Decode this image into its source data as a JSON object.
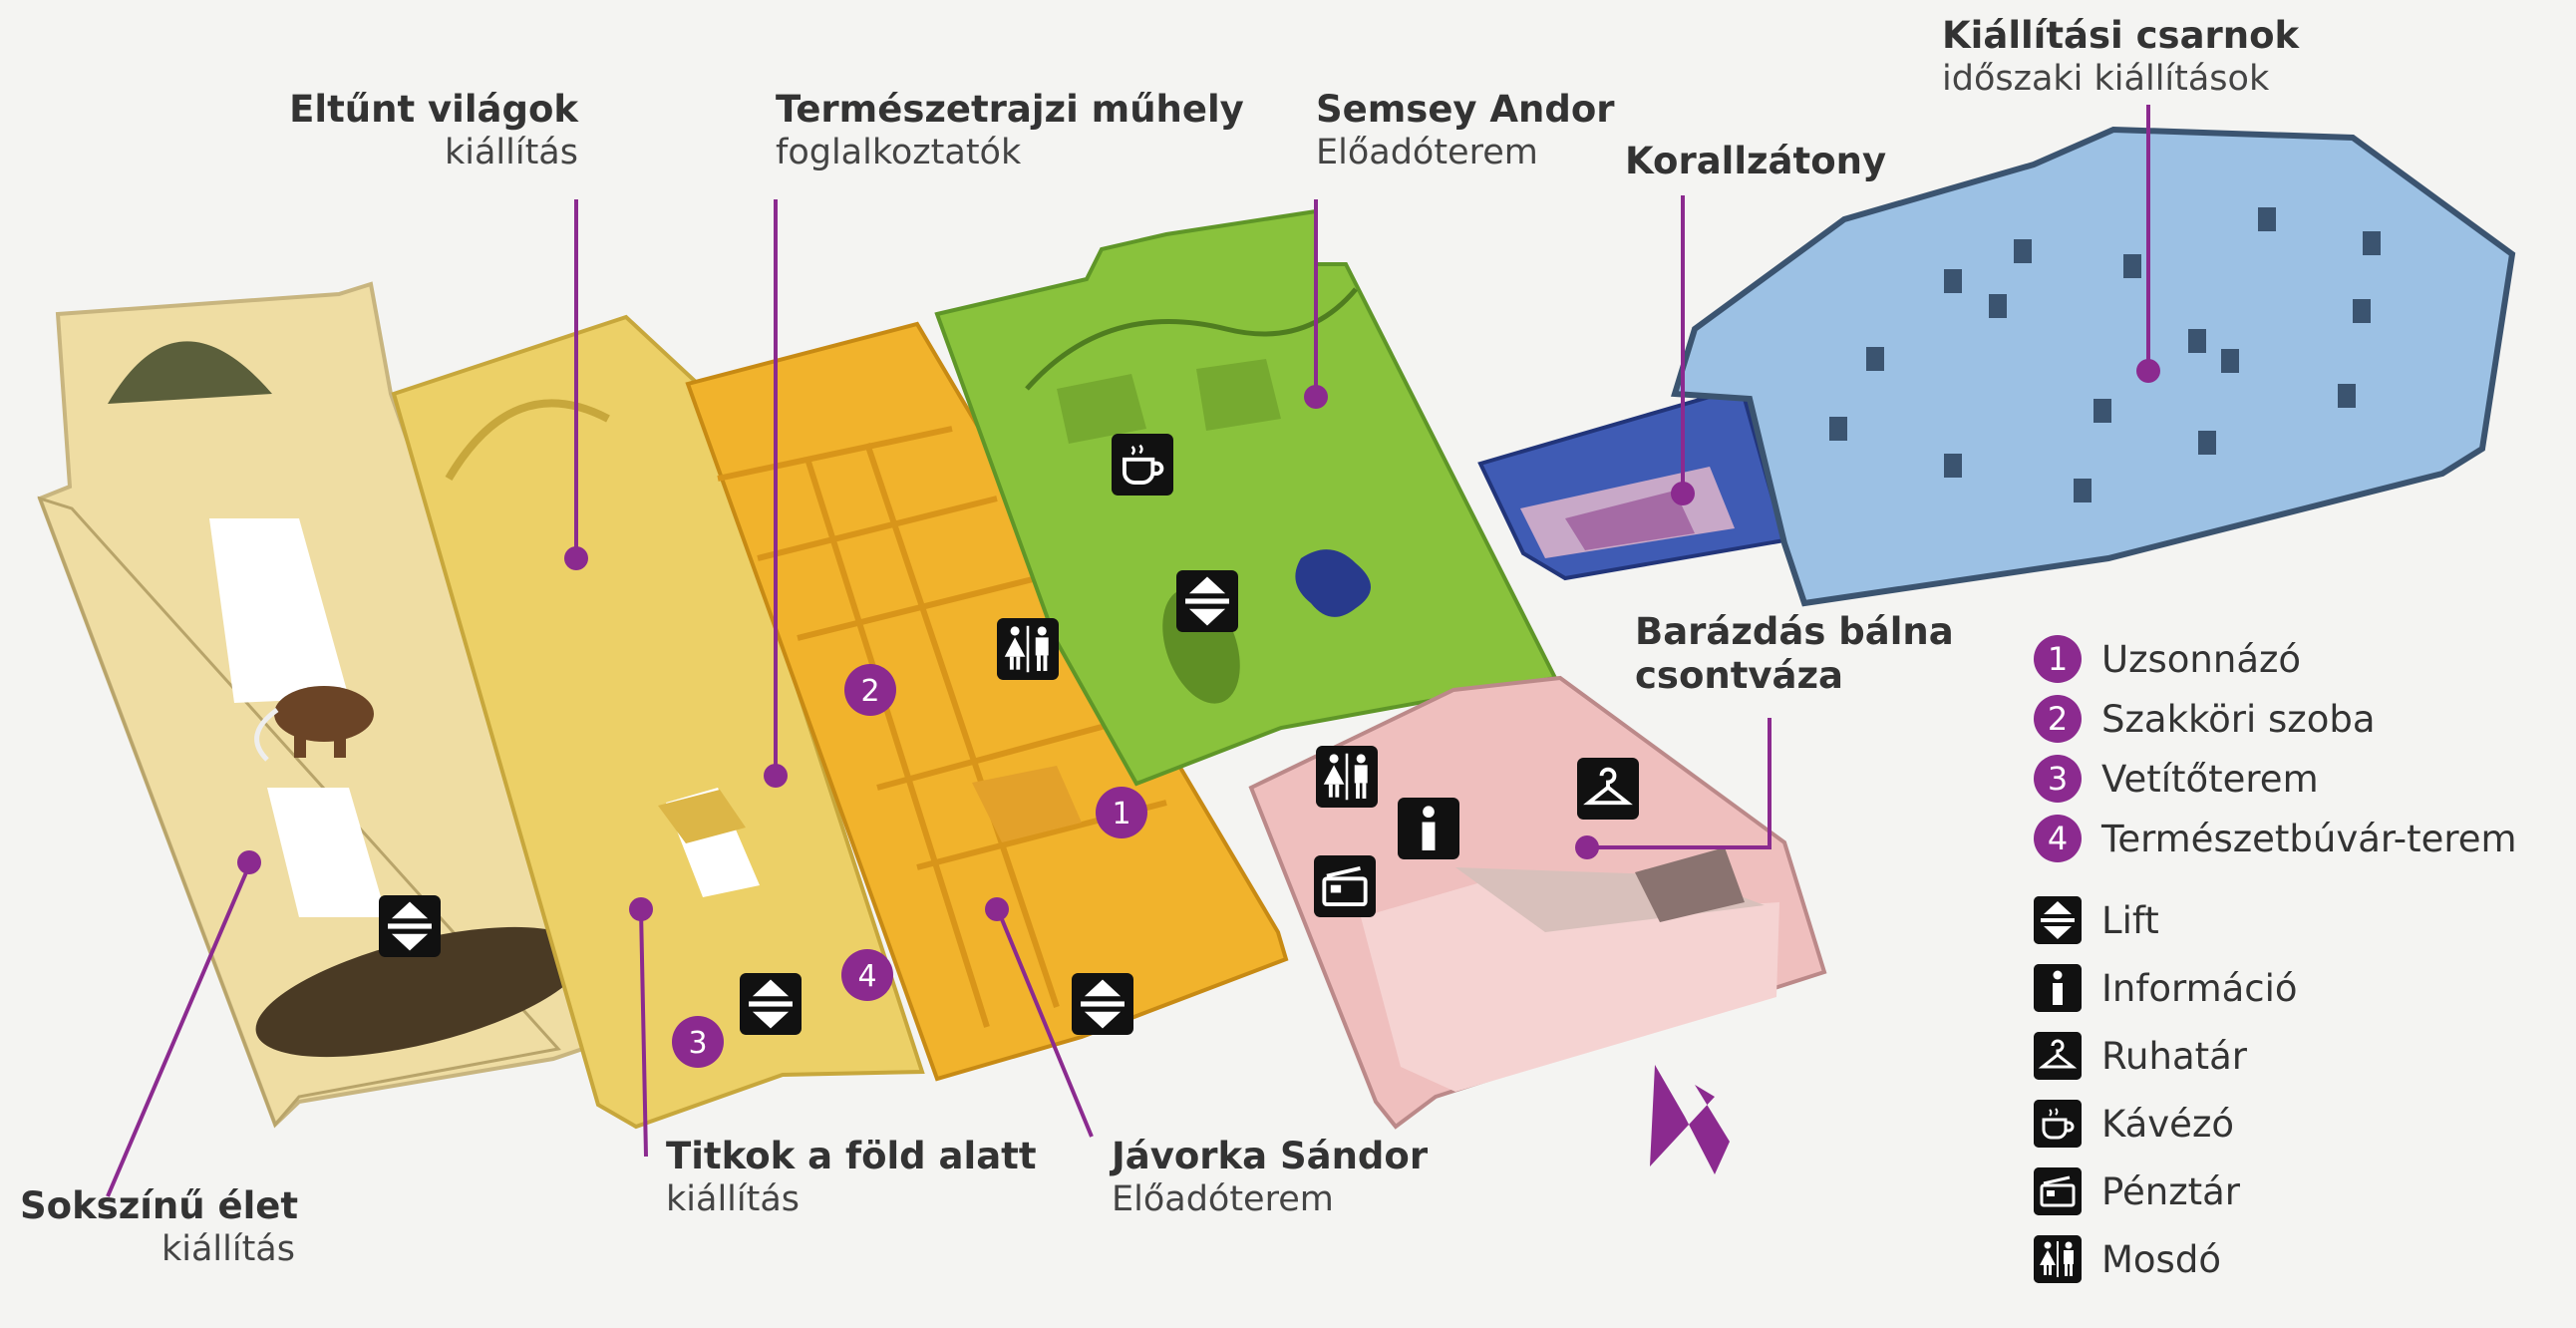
{
  "colors": {
    "accent": "#8b2a8f",
    "zone_cream": "#efdda3",
    "zone_yellow": "#ecd067",
    "zone_orange": "#f1b32c",
    "zone_green": "#89c23c",
    "zone_blue": "#3f5bb4",
    "zone_lightblue": "#9cc1e4",
    "zone_pink": "#efbfbe"
  },
  "labels": {
    "sokszinu": {
      "title": "Sokszínű élet",
      "sub": "kiállítás"
    },
    "eltunt": {
      "title": "Eltűnt világok",
      "sub": "kiállítás"
    },
    "termeszetrajzi": {
      "title": "Természetrajzi műhely",
      "sub": "foglalkoztatók"
    },
    "semsey": {
      "title": "Semsey Andor",
      "sub": "Előadóterem"
    },
    "korall": {
      "title": "Korallzátony"
    },
    "kiallitasi": {
      "title": "Kiállítási csarnok",
      "sub": "időszaki kiállítások"
    },
    "titkok": {
      "title": "Titkok a föld alatt",
      "sub": "kiállítás"
    },
    "javorka": {
      "title": "Jávorka Sándor",
      "sub": "Előadóterem"
    },
    "balna": {
      "title": "Barázdás bálna",
      "sub": "csontváza"
    }
  },
  "room_numbers": [
    "1",
    "2",
    "3",
    "4"
  ],
  "legend": {
    "numbered": [
      {
        "num": "1",
        "label": "Uzsonnázó"
      },
      {
        "num": "2",
        "label": "Szakköri szoba"
      },
      {
        "num": "3",
        "label": "Vetítőterem"
      },
      {
        "num": "4",
        "label": "Természetbúvár-terem"
      }
    ],
    "icons": [
      {
        "icon": "lift-icon",
        "label": "Lift"
      },
      {
        "icon": "info-icon",
        "label": "Információ"
      },
      {
        "icon": "cloakroom-icon",
        "label": "Ruhatár"
      },
      {
        "icon": "cafe-icon",
        "label": "Kávézó"
      },
      {
        "icon": "ticket-office-icon",
        "label": "Pénztár"
      },
      {
        "icon": "restroom-icon",
        "label": "Mosdó"
      }
    ]
  }
}
